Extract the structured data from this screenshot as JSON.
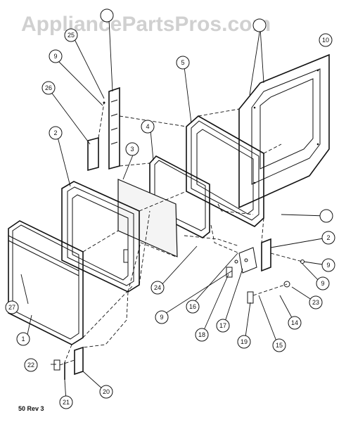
{
  "watermark": "AppliancePartsPros.com",
  "revision_note": "50 Rev 3",
  "callouts": {
    "c1": "1",
    "c2a": "2",
    "c2b": "2",
    "c3": "3",
    "c4": "4",
    "c5": "5",
    "c9a": "9",
    "c9b": "9",
    "c9c": "9",
    "c9d": "9",
    "c10": "10",
    "c14": "14",
    "c15": "15",
    "c16": "16",
    "c17": "17",
    "c18": "18",
    "c19": "19",
    "c20": "20",
    "c21": "21",
    "c22": "22",
    "c23": "23",
    "c24": "24",
    "c25": "25",
    "c26": "26",
    "c27": "27",
    "c_top": "",
    "c_right1": "",
    "c_mid": ""
  }
}
